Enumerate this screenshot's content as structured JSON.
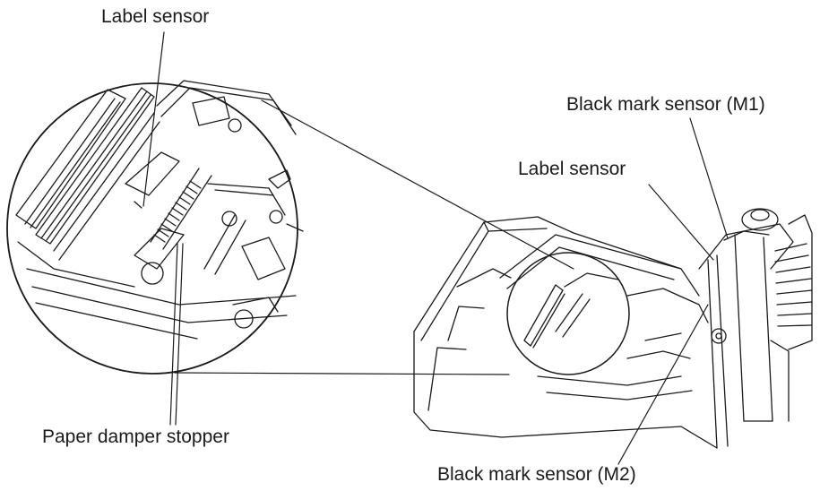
{
  "labels": {
    "label_sensor_top": "Label sensor",
    "black_mark_m1": "Black mark sensor (M1)",
    "label_sensor_right": "Label sensor",
    "paper_damper_stopper": "Paper damper stopper",
    "black_mark_m2": "Black mark sensor (M2)"
  },
  "colors": {
    "line": "#1a1a1a",
    "background": "#ffffff"
  }
}
